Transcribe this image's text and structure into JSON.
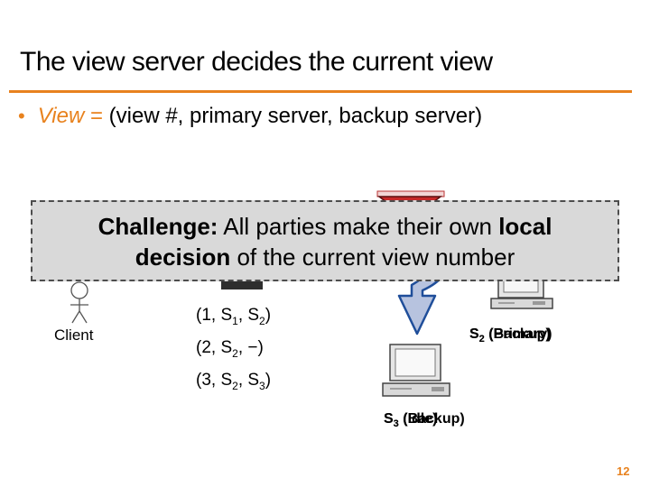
{
  "title": "The view server decides the current view",
  "bullet": {
    "term": "View",
    "equals": "=",
    "definition": "(view #, primary server, backup server)"
  },
  "callout": {
    "part1": "Challenge:",
    "part2": " All parties make their own ",
    "part3": "local",
    "part4": "decision",
    "part5": " of the current view number"
  },
  "client": {
    "label": "Client"
  },
  "views": [
    {
      "open": "(1, S",
      "a": "1",
      "mid": ", S",
      "b": "2",
      "close": ")"
    },
    {
      "open": "(2, S",
      "a": "2",
      "mid": ", −)",
      "b": "",
      "close": ""
    },
    {
      "open": "(3, S",
      "a": "2",
      "mid": ", S",
      "b": "3",
      "close": ")"
    }
  ],
  "s2": {
    "name": "S",
    "sub": "2",
    "role_a": "(Backup)",
    "role_b": "(Primary)"
  },
  "s3": {
    "name": "S",
    "sub": "3",
    "role_a": "(Idle)",
    "role_b": "(Backup)"
  },
  "page_number": "12",
  "colors": {
    "accent": "#e8821e",
    "arrow_fill": "#b7c3df",
    "arrow_stroke": "#1f4e9a",
    "callout_bg": "#d9d9d9"
  }
}
